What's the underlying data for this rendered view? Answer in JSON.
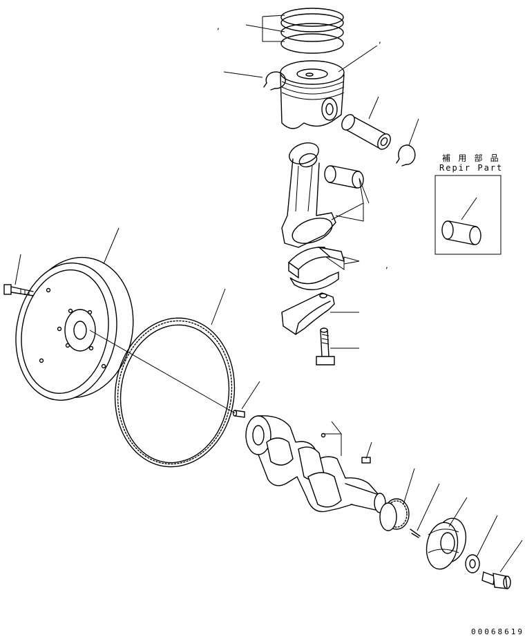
{
  "repair_box": {
    "title_jp": "補 用 部 品",
    "title_en": "Repir Part"
  },
  "figure_code": "00068619",
  "comma_marks": [
    ",",
    ",",
    ","
  ]
}
